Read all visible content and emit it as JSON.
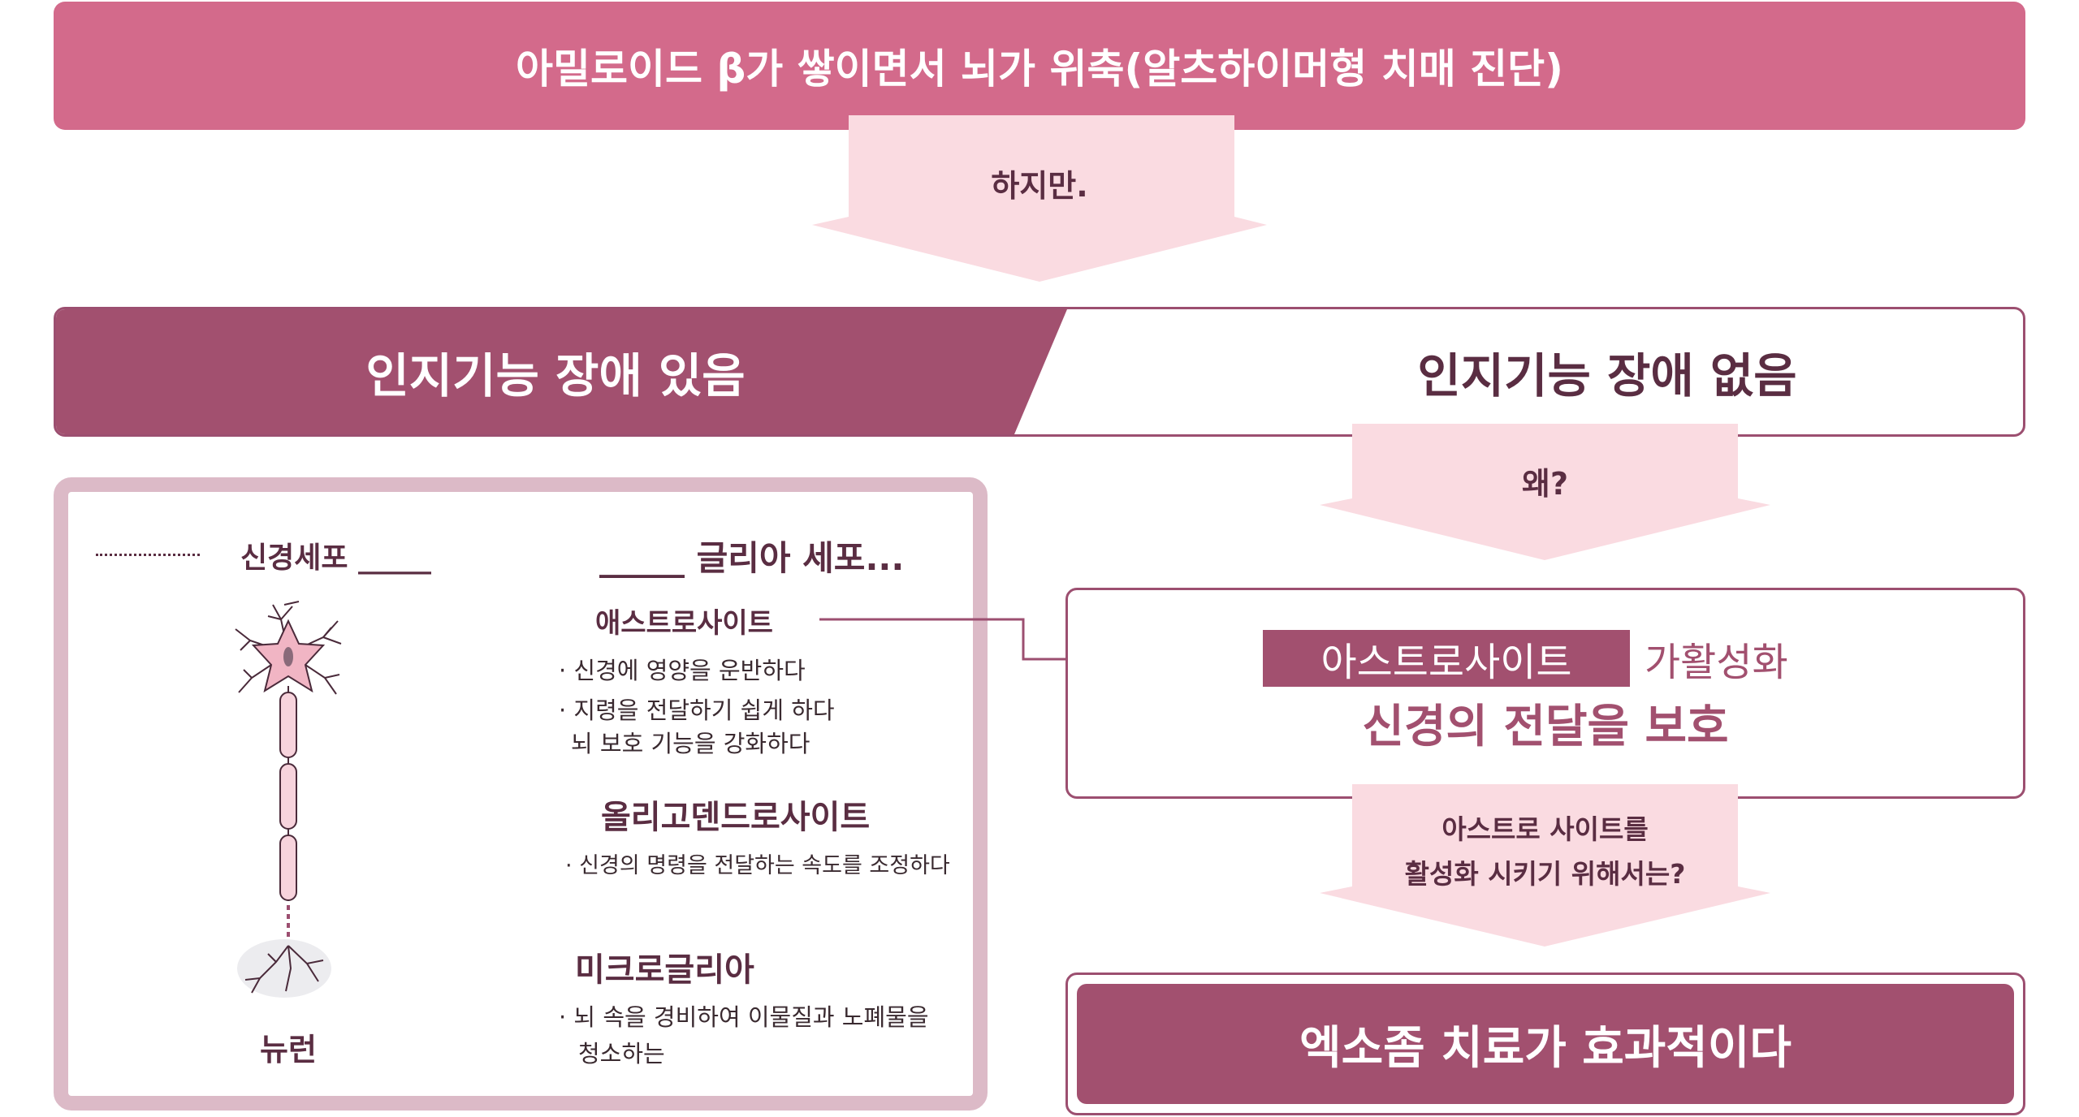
{
  "top_banner": {
    "text": "아밀로이드 β가 쌓이면서 뇌가 위축(알츠하이머형 치매 진단)"
  },
  "arrow_1": {
    "label": "하지만."
  },
  "header": {
    "left": "인지기능 장애 있음",
    "right": "인지기능 장애 없음"
  },
  "arrow_2": {
    "label": "왜?"
  },
  "glia_panel": {
    "nerve_cell_label": "신경세포 _____",
    "neuron_label": "뉴런",
    "glia_title": "_____ 글리아 세포...",
    "astrocyte": {
      "title": "애스트로사이트",
      "bullets": [
        "· 신경에 영양을 운반하다",
        "· 지령을 전달하기 쉽게 하다",
        "뇌 보호 기능을 강화하다"
      ]
    },
    "oligodendrocyte": {
      "title": "올리고덴드로사이트",
      "bullets": [
        "· 신경의 명령을 전달하는 속도를 조정하다"
      ]
    },
    "microglia": {
      "title": "미크로글리아",
      "bullets": [
        "· 뇌 속을 경비하여 이물질과 노폐물을",
        "청소하는"
      ]
    }
  },
  "right_box": {
    "astro_chip": "아스트로사이트",
    "activation": "가활성화",
    "protect": "신경의 전달을 보호"
  },
  "arrow_3": {
    "line1": "아스트로 사이트를",
    "line2": "활성화 시키기 위해서는?"
  },
  "conclusion": {
    "text": "엑소좀 치료가 효과적이다"
  },
  "colors": {
    "banner_pink": "#d36a8b",
    "arrow_pink": "#fadbe1",
    "plum": "#a2506f",
    "panel_border": "#dcbac7"
  }
}
